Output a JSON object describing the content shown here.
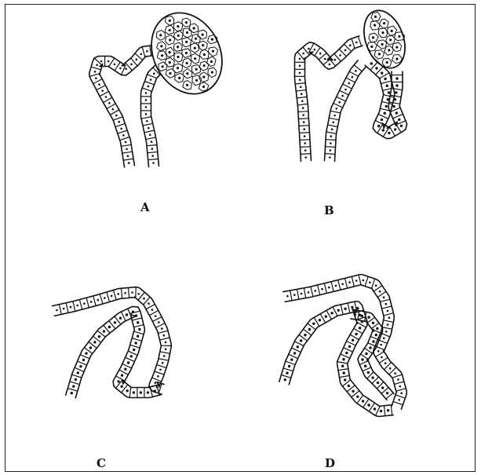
{
  "figure": {
    "panels": [
      {
        "id": "A",
        "label": "A"
      },
      {
        "id": "B",
        "label": "B"
      },
      {
        "id": "C",
        "label": "C"
      },
      {
        "id": "D",
        "label": "D"
      }
    ]
  },
  "colors": {
    "ink": "#111111",
    "paper": "#ffffff",
    "frame": "#222222"
  }
}
